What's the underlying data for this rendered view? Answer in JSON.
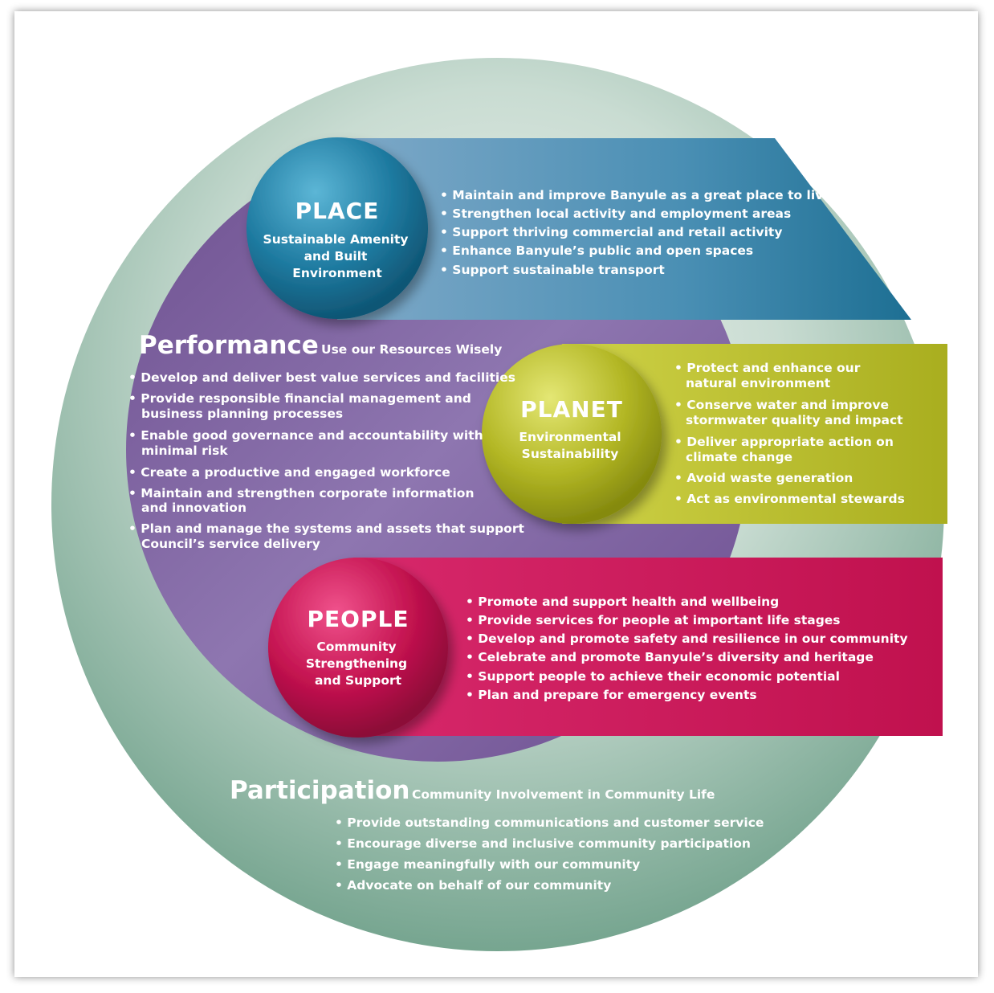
{
  "colors": {
    "place": "#2a86a9",
    "performance": "#7f5f9e",
    "planet": "#b9be2b",
    "people": "#c81a5c",
    "participation": "#6f9e8a"
  },
  "place": {
    "title": "PLACE",
    "subtitle_lines": [
      "Sustainable Amenity",
      "and Built",
      "Environment"
    ],
    "items": [
      "• Maintain and improve Banyule as a great place to live",
      "• Strengthen local activity and employment areas",
      "• Support thriving commercial and retail activity",
      "• Enhance Banyule’s public and open spaces",
      "• Support sustainable transport"
    ]
  },
  "performance": {
    "title": "Performance",
    "subtitle": "Use our Resources Wisely",
    "items": [
      "• Develop and deliver best value services and facilities",
      "• Provide responsible financial management and",
      "business planning processes",
      "• Enable good governance and accountability with",
      "minimal risk",
      "• Create a productive and engaged workforce",
      "• Maintain and strengthen corporate information",
      "and innovation",
      "• Plan and manage the systems and assets that support",
      "Council’s service delivery"
    ]
  },
  "planet": {
    "title": "PLANET",
    "subtitle_lines": [
      "Environmental",
      "Sustainability"
    ],
    "items": [
      "• Protect and enhance our",
      "natural environment",
      "• Conserve water and improve",
      "stormwater quality and impact",
      "• Deliver appropriate action on",
      "climate change",
      "• Avoid waste generation",
      "• Act as environmental stewards"
    ]
  },
  "people": {
    "title": "PEOPLE",
    "subtitle_lines": [
      "Community",
      "Strengthening",
      "and Support"
    ],
    "items": [
      "• Promote and support health and wellbeing",
      "• Provide services for people at important life stages",
      "• Develop and promote safety and resilience in our community",
      "• Celebrate and promote Banyule’s diversity and heritage",
      "• Support people to achieve their economic potential",
      "• Plan and prepare for emergency events"
    ]
  },
  "participation": {
    "title": "Participation",
    "subtitle": "Community Involvement in Community Life",
    "items": [
      "• Provide outstanding communications and customer service",
      "• Encourage diverse and inclusive community participation",
      "• Engage meaningfully with our community",
      "• Advocate on behalf of our community"
    ]
  }
}
